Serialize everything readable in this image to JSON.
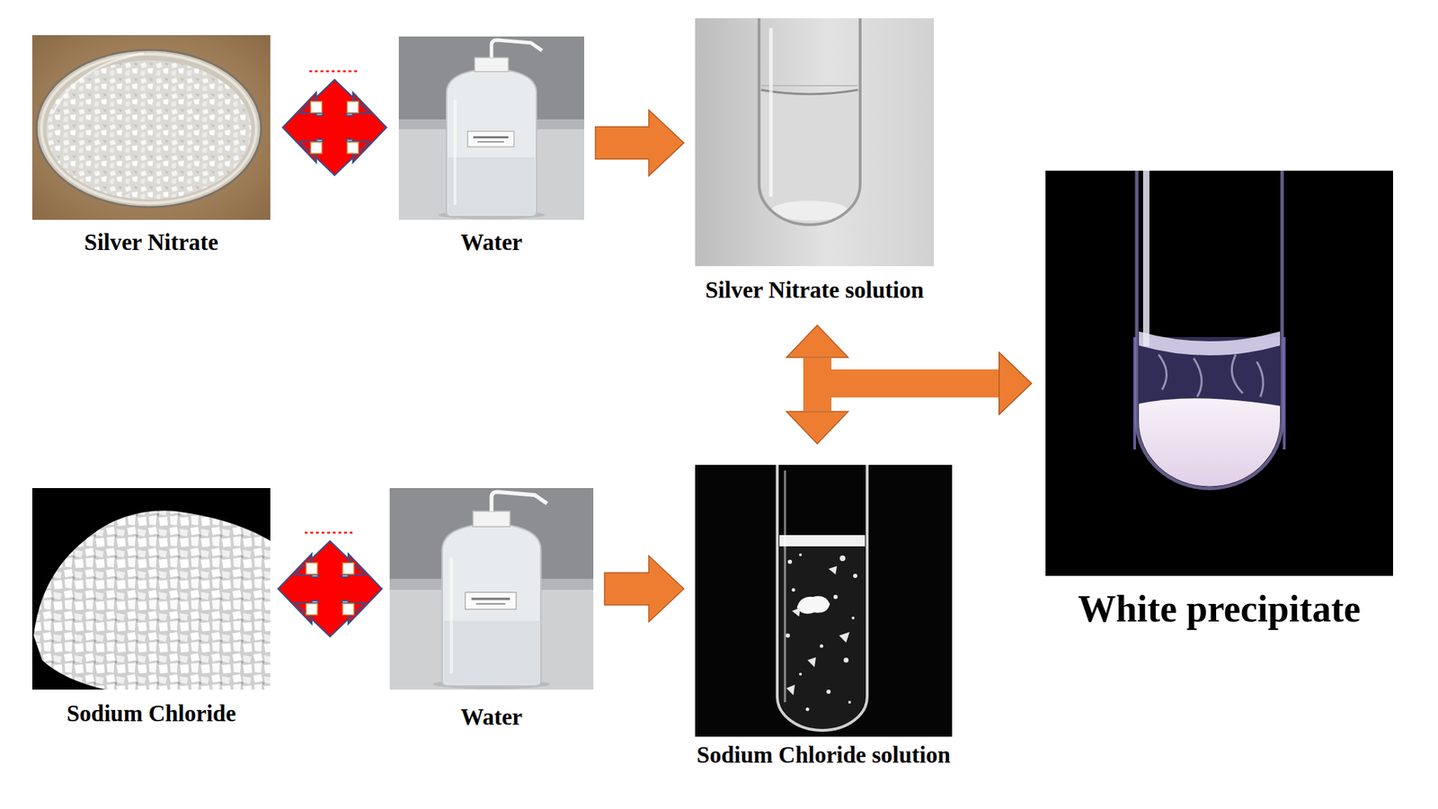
{
  "diagram": {
    "nodes": [
      {
        "text": [
          "Silver Nitrate"
        ]
      },
      {
        "text": [
          "Water"
        ]
      },
      {
        "text": [
          "Silver Nitrate solution"
        ]
      },
      {
        "text": [
          "White precipitate"
        ]
      },
      {
        "text": [
          "Sodium Chloride"
        ]
      },
      {
        "text": [
          "Water"
        ]
      },
      {
        "text": [
          "Sodium Chloride solution"
        ]
      }
    ],
    "edges": [
      {
        "from": 0,
        "to": 1,
        "arrow": "both"
      },
      {
        "from": 1,
        "to": 2,
        "arrow": "to"
      },
      {
        "from": 4,
        "to": 5,
        "arrow": "both"
      },
      {
        "from": 5,
        "to": 6,
        "arrow": "to"
      },
      {
        "from": 2,
        "to": 3,
        "arrow": "both"
      },
      {
        "from": 6,
        "to": 3,
        "arrow": "both"
      }
    ]
  }
}
